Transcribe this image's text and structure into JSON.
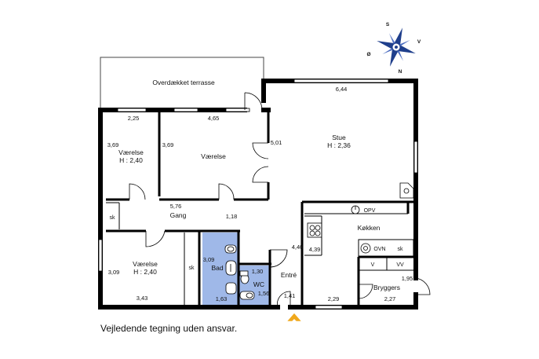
{
  "compass": {
    "n": "N",
    "s": "S",
    "e": "Ø",
    "w": "V"
  },
  "rooms": {
    "terrace": "Overdækket terrasse",
    "living": "Stue",
    "living_height": "H : 2,36",
    "room1": "Værelse",
    "room1_height": "H : 2,40",
    "room2": "Værelse",
    "room3": "Værelse",
    "room3_height": "H : 2,40",
    "hall": "Gang",
    "kitchen": "Køkken",
    "bath": "Bad",
    "wc": "WC",
    "entry": "Entré",
    "utility": "Bryggers"
  },
  "fixtures": {
    "sk1": "sk",
    "sk2": "sk",
    "sk3": "sk",
    "opv": "OPV",
    "ovn": "OVN",
    "v": "V",
    "vv": "VV"
  },
  "dimensions": {
    "d644": "6,44",
    "d225": "2,25",
    "d465": "4,65",
    "d369a": "3,69",
    "d369b": "3,69",
    "d501": "5,01",
    "d576": "5,76",
    "d118": "1,18",
    "d440": "4,40",
    "d439": "4,39",
    "d309a": "3,09",
    "d309b": "3,09",
    "d343": "3,43",
    "d163": "1,63",
    "d130": "1,30",
    "d156": "1,56",
    "d141": "1,41",
    "d229": "2,29",
    "d195": "1,95",
    "d227": "2,27"
  },
  "colors": {
    "wall": "#000000",
    "wet_room": "#9fb8e8",
    "entrance_arrow": "#f0a81c",
    "compass": "#1f3f8c"
  },
  "disclaimer": "Vejledende tegning uden ansvar."
}
